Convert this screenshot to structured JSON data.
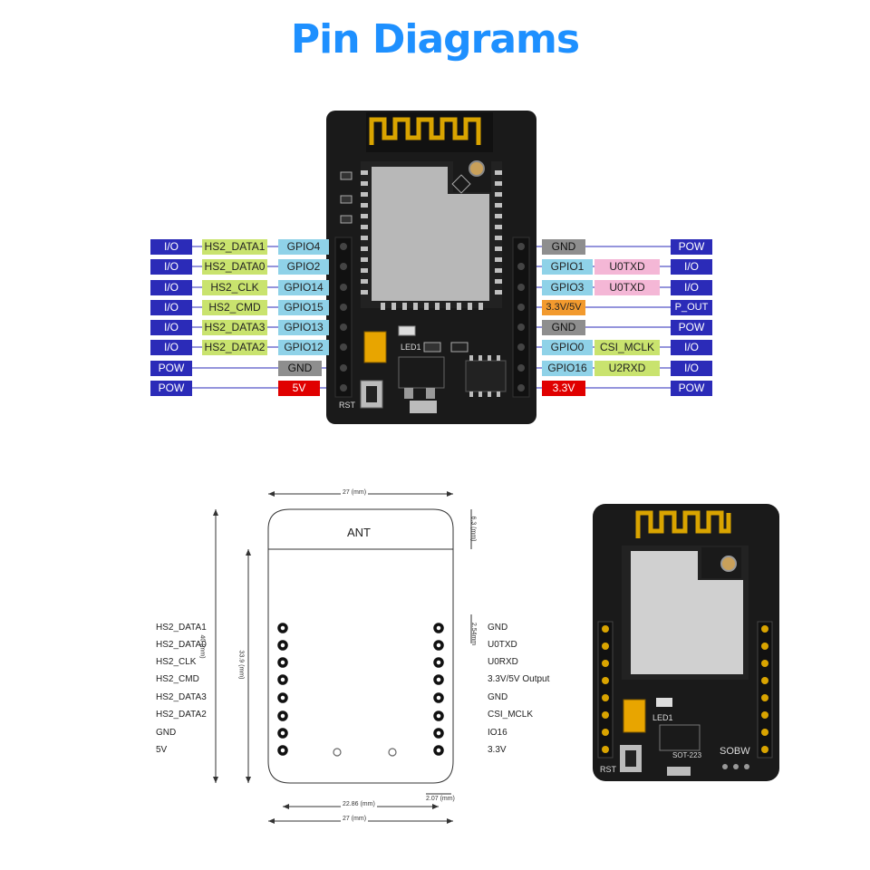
{
  "title": "Pin Diagrams",
  "board_top": {
    "antenna_label": "",
    "led_label": "LED1",
    "rst_label": "RST"
  },
  "pins_left": [
    {
      "io": "I/O",
      "hs": "HS2_DATA1",
      "gpio": "GPIO4"
    },
    {
      "io": "I/O",
      "hs": "HS2_DATA0",
      "gpio": "GPIO2"
    },
    {
      "io": "I/O",
      "hs": "HS2_CLK",
      "gpio": "GPIO14"
    },
    {
      "io": "I/O",
      "hs": "HS2_CMD",
      "gpio": "GPIO15"
    },
    {
      "io": "I/O",
      "hs": "HS2_DATA3",
      "gpio": "GPIO13"
    },
    {
      "io": "I/O",
      "hs": "HS2_DATA2",
      "gpio": "GPIO12"
    },
    {
      "io": "POW",
      "hs": "",
      "gpio": "GND"
    },
    {
      "io": "POW",
      "hs": "",
      "gpio": "5V"
    }
  ],
  "pins_right": [
    {
      "gpio": "GND",
      "func": "",
      "io": "POW"
    },
    {
      "gpio": "GPIO1",
      "func": "U0TXD",
      "io": "I/O"
    },
    {
      "gpio": "GPIO3",
      "func": "U0TXD",
      "io": "I/O"
    },
    {
      "gpio": "3.3V/5V",
      "func": "",
      "io": "P_OUT"
    },
    {
      "gpio": "GND",
      "func": "",
      "io": "POW"
    },
    {
      "gpio": "GPIO0",
      "func": "CSI_MCLK",
      "io": "I/O"
    },
    {
      "gpio": "GPIO16",
      "func": "U2RXD",
      "io": "I/O"
    },
    {
      "gpio": "3.3V",
      "func": "",
      "io": "POW"
    }
  ],
  "mech": {
    "ant": "ANT",
    "width_top": "27  (mm)",
    "width_bottom": "27  (mm)",
    "pitch_span": "22.86  (mm)",
    "height": "40  (mm)",
    "inner_height": "33.9  (mm)",
    "ant_height": "6.3  (mm)",
    "pin_pitch": "2.54mm",
    "edge_offset": "2.07  (mm)",
    "left_labels": [
      "HS2_DATA1",
      "HS2_DATA0",
      "HS2_CLK",
      "HS2_CMD",
      "HS2_DATA3",
      "HS2_DATA2",
      "GND",
      "5V"
    ],
    "right_labels": [
      "GND",
      "U0TXD",
      "U0RXD",
      "3.3V/5V Output",
      "GND",
      "CSI_MCLK",
      "IO16",
      "3.3V"
    ]
  },
  "board_photo": {
    "led_label": "LED1",
    "rst_label": "RST",
    "chip_label": "SOT-223",
    "mark_label": "SOBW"
  }
}
